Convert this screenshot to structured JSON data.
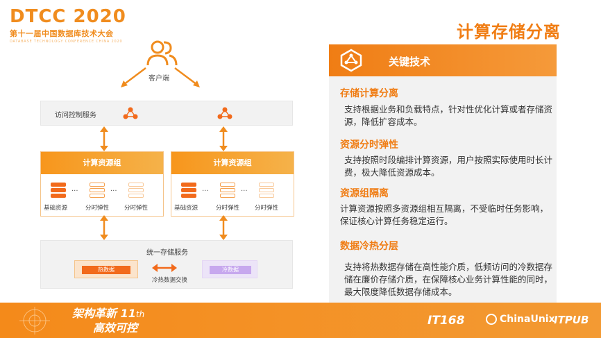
{
  "header": {
    "logo": "DTCC 2020",
    "logo_sub": "第十一届中国数据库技术大会",
    "logo_tiny": "DATABASE TECHNOLOGY CONFERENCE CHINA 2020"
  },
  "page_title": "计算存储分离",
  "diagram": {
    "client_label": "客户端",
    "access_label": "访问控制服务",
    "groups": [
      {
        "title": "计算资源组",
        "labels": [
          "基础资源",
          "分时弹性",
          "分时弹性"
        ]
      },
      {
        "title": "计算资源组",
        "labels": [
          "基础资源",
          "分时弹性",
          "分时弹性"
        ]
      }
    ],
    "dots": "...",
    "storage_label": "统一存储服务",
    "hot_label": "热数据",
    "cold_label": "冷数据",
    "swap_label": "冷热数据交换"
  },
  "panel": {
    "title": "关键技术",
    "sections": [
      {
        "title": "存储计算分离",
        "body": "支持根据业务和负载特点，针对性优化计算或者存储资源，降低扩容成本。"
      },
      {
        "title": "资源分时弹性",
        "body": "支持按照时段编排计算资源，用户按照实际使用时长计费，极大降低资源成本。"
      },
      {
        "title": "资源组隔离",
        "body": "计算资源按照多资源组相互隔离，不受临时任务影响，保证核心计算任务稳定运行。"
      },
      {
        "title": "数据冷热分层",
        "body": "支持将热数据存储在高性能介质，低频访问的冷数据存储在廉价存储介质，在保障核心业务计算性能的同时，最大限度降低数据存储成本。"
      }
    ]
  },
  "footer": {
    "slogan_line1": "架构革新",
    "slogan_num": "11",
    "slogan_sup": "th",
    "slogan_line2": "高效可控",
    "logo1": "IT168",
    "logo2": "ChinaUnix",
    "logo3": "ITPUB"
  },
  "colors": {
    "accent": "#f07d14",
    "hot": "#f26a1b",
    "cold": "#c7a8ee"
  }
}
